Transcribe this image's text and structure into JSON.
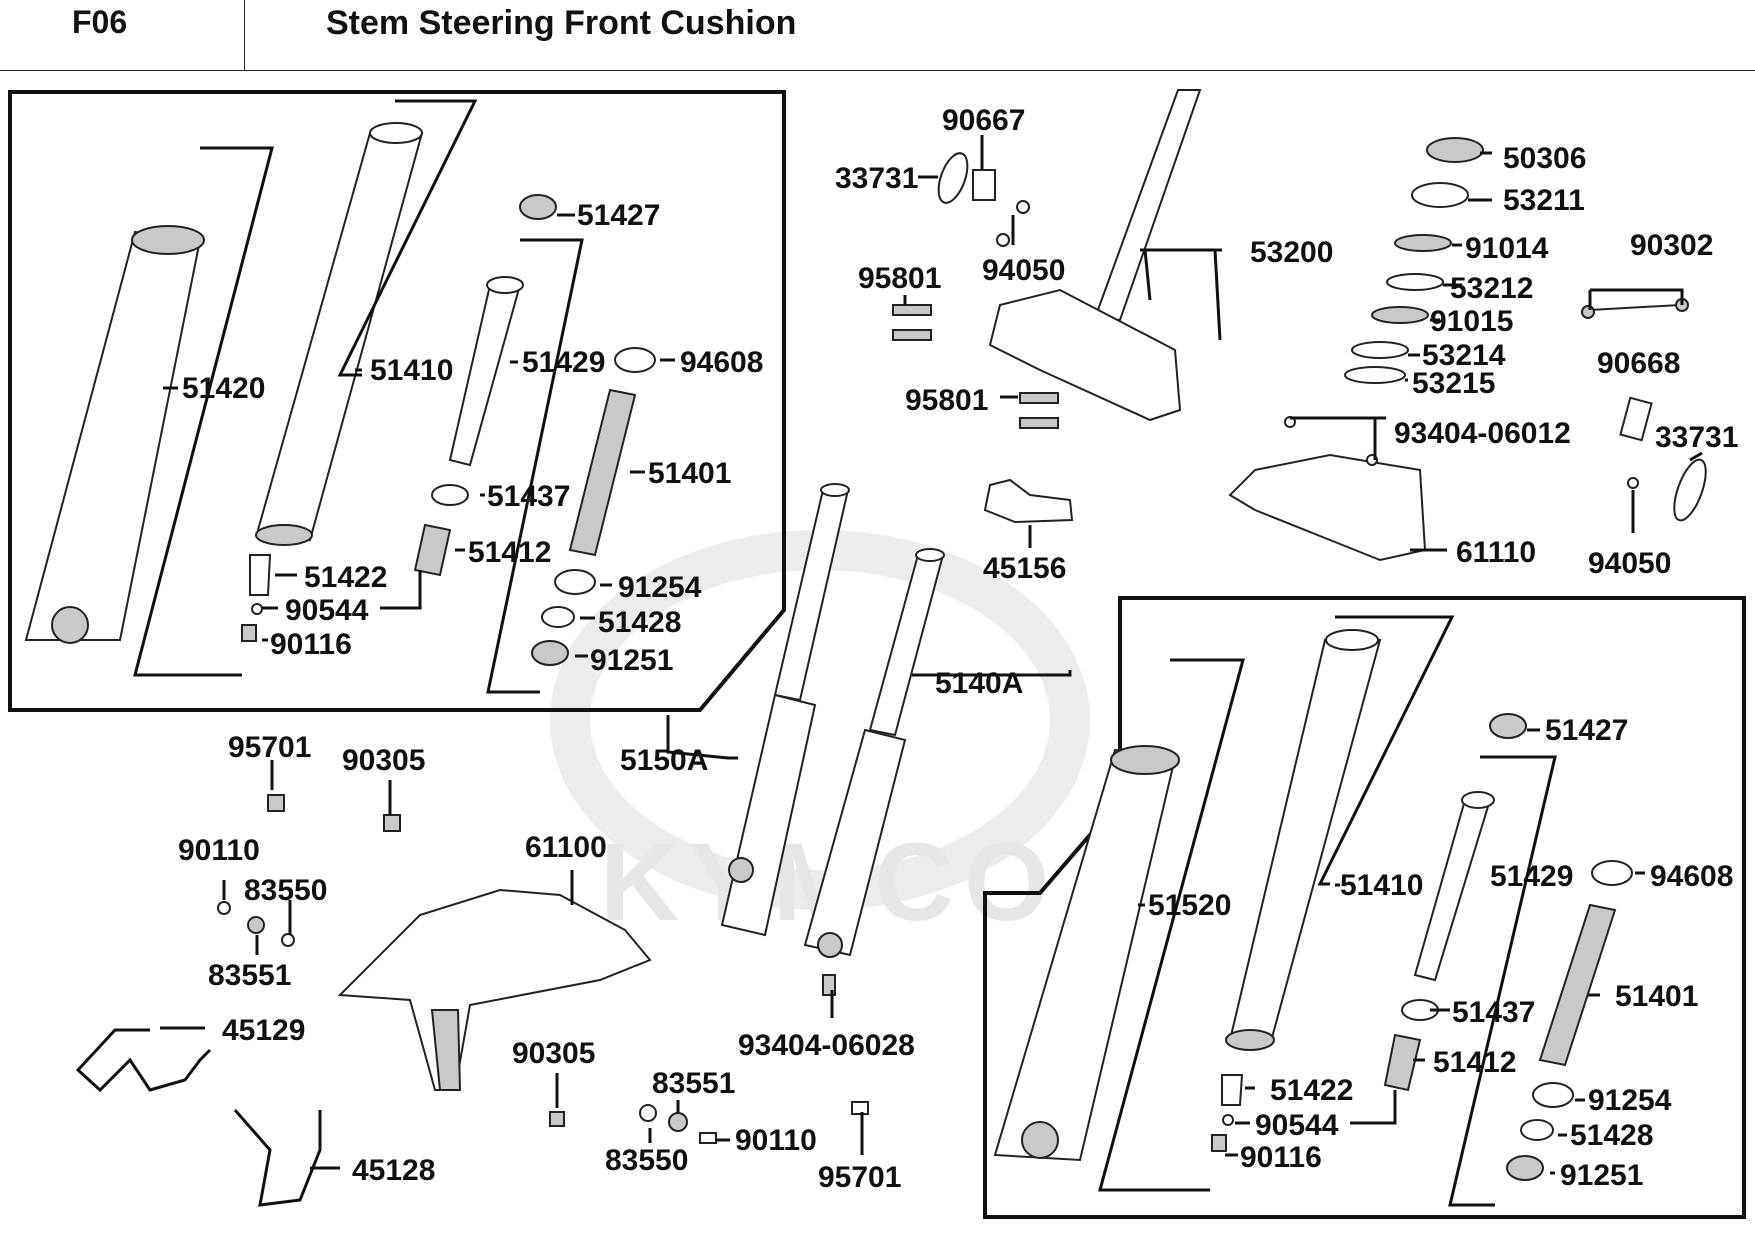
{
  "header": {
    "code": "F06",
    "title": "Stem Steering  Front Cushion"
  },
  "watermark": "KYMCO",
  "labels": {
    "upper_left": [
      "51427",
      "51410",
      "51429",
      "94608",
      "51420",
      "51401",
      "51437",
      "51412",
      "51422",
      "91254",
      "90544",
      "51428",
      "90116",
      "91251"
    ],
    "stem": [
      "90667",
      "33731",
      "94050",
      "95801",
      "53200",
      "95801"
    ],
    "bearing": [
      "50306",
      "53211",
      "91014",
      "53212",
      "91015",
      "53214",
      "53215",
      "90302",
      "90668",
      "93404-06012",
      "33731",
      "61110",
      "94050"
    ],
    "center": [
      "45156",
      "5140A",
      "5150A",
      "93404-06028"
    ],
    "lower_left": [
      "95701",
      "90305",
      "90110",
      "83550",
      "83551",
      "61100",
      "45129",
      "90305",
      "83551",
      "45128",
      "83550",
      "90110",
      "95701"
    ],
    "lower_right": [
      "51427",
      "51520",
      "51410",
      "51429",
      "94608",
      "51401",
      "51437",
      "51412",
      "51422",
      "90544",
      "91254",
      "51428",
      "90116",
      "91251"
    ]
  }
}
